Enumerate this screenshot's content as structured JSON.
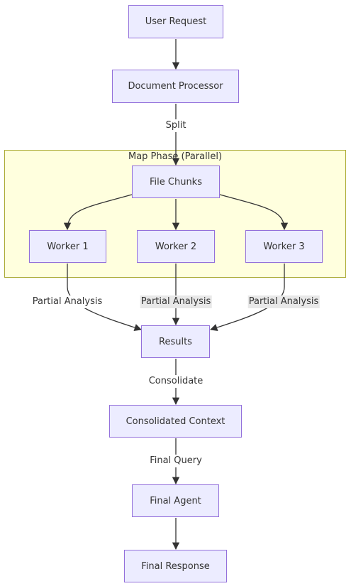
{
  "diagram": {
    "cluster": {
      "title": "Map Phase (Parallel)"
    },
    "nodes": {
      "user_request": "User Request",
      "document_processor": "Document Processor",
      "file_chunks": "File Chunks",
      "worker1": "Worker 1",
      "worker2": "Worker 2",
      "worker3": "Worker 3",
      "results": "Results",
      "consolidated_context": "Consolidated Context",
      "final_agent": "Final Agent",
      "final_response": "Final Response"
    },
    "edges": {
      "split": "Split",
      "partial1": "Partial Analysis",
      "partial2": "Partial Analysis",
      "partial3": "Partial Analysis",
      "consolidate": "Consolidate",
      "final_query": "Final Query"
    },
    "colors": {
      "node_fill": "#ececff",
      "node_border": "#9370db",
      "cluster_fill": "#ffffde",
      "cluster_border": "#aaaa33",
      "edge": "#333333",
      "label_bg": "#e8e8e8"
    }
  }
}
